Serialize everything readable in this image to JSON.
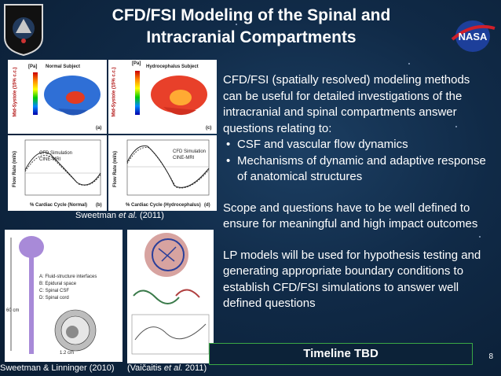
{
  "slide": {
    "title_line1": "CFD/FSI Modeling of the Spinal and",
    "title_line2": "Intracranial Compartments",
    "page_number": "8"
  },
  "body": {
    "intro": "CFD/FSI (spatially resolved) modeling methods can be useful for detailed investigations of the intracranial and spinal compartments answer questions relating to:",
    "bullets": [
      "CSF and vascular flow dynamics",
      "Mechanisms of dynamic and adaptive response of anatomical structures"
    ],
    "scope": "Scope and questions have to be well defined to ensure for meaningful and high impact outcomes",
    "lp_models": "LP models will be used for hypothesis testing and generating appropriate boundary conditions to establish CFD/FSI simulations to answer  well defined questions",
    "timeline": "Timeline TBD"
  },
  "figures": {
    "normal_subject": "Normal Subject",
    "hydro_subject": "Hydrocephalus Subject",
    "pa_unit": "[Pa]",
    "mid_systole": "Mid-Systole (15% c.c.)",
    "label_a": "(a)",
    "label_b": "(b)",
    "label_c": "(c)",
    "label_d": "(d)",
    "x_normal": "% Cardiac Cycle (Normal)",
    "x_hydro": "% Cardiac Cycle (Hydrocephalus)",
    "y_flow": "Flow Rate (ml/s)",
    "legend_cfd": "CFD Simulation",
    "legend_cine": "CINE-MRI",
    "spine_labels": [
      "A: Fluid-structure interfaces",
      "B: Epidural space",
      "C: Spinal CSF",
      "D: Spinal cord"
    ],
    "spine_60cm": "60 cm",
    "spine_12cm": "1.2 cm",
    "caption_sweetman_prefix": "Sweetman ",
    "caption_sweetman_etal": "et al.",
    "caption_sweetman_year": " (2011)",
    "caption_linninger": "Sweetman & Linninger (2010)",
    "caption_vaicaitis_prefix": "(Vaičaitis ",
    "caption_vaicaitis_etal": "et al.",
    "caption_vaicaitis_year": " 2011)"
  }
}
